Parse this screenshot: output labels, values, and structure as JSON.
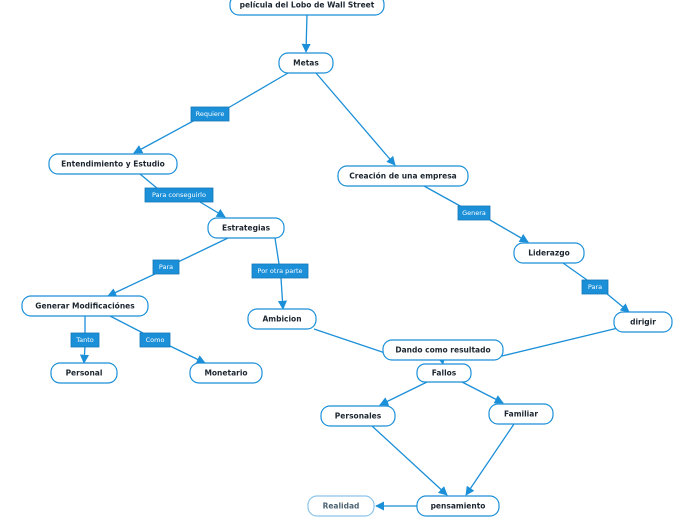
{
  "nodes": {
    "root": "película del Lobo de Wall Street",
    "metas": "Metas",
    "entendimiento": "Entendimiento y Estudio",
    "creacion": "Creación de una empresa",
    "estrategias": "Estrategias",
    "liderazgo": "Liderazgo",
    "generar": "Generar Modificaciónes",
    "ambicion": "Ambicion",
    "dirigir": "dirigir",
    "personal": "Personal",
    "monetario": "Monetario",
    "dando": "Dando como resultado",
    "fallos": "Fallos",
    "personales": "Personales",
    "familiar": "Familiar",
    "realidad": "Realidad",
    "pensamiento": "pensamiento"
  },
  "labels": {
    "requiere": "Requiere",
    "para_conseguirlo": "Para conseguirlo",
    "genera": "Genera",
    "para_1": "Para",
    "por_otra_parte": "Por otra parte",
    "para_2": "Para",
    "tanto": "Tanto",
    "como": "Como"
  },
  "colors": {
    "accent": "#1b8fd8",
    "text": "#1c2630",
    "background": "#ffffff"
  }
}
